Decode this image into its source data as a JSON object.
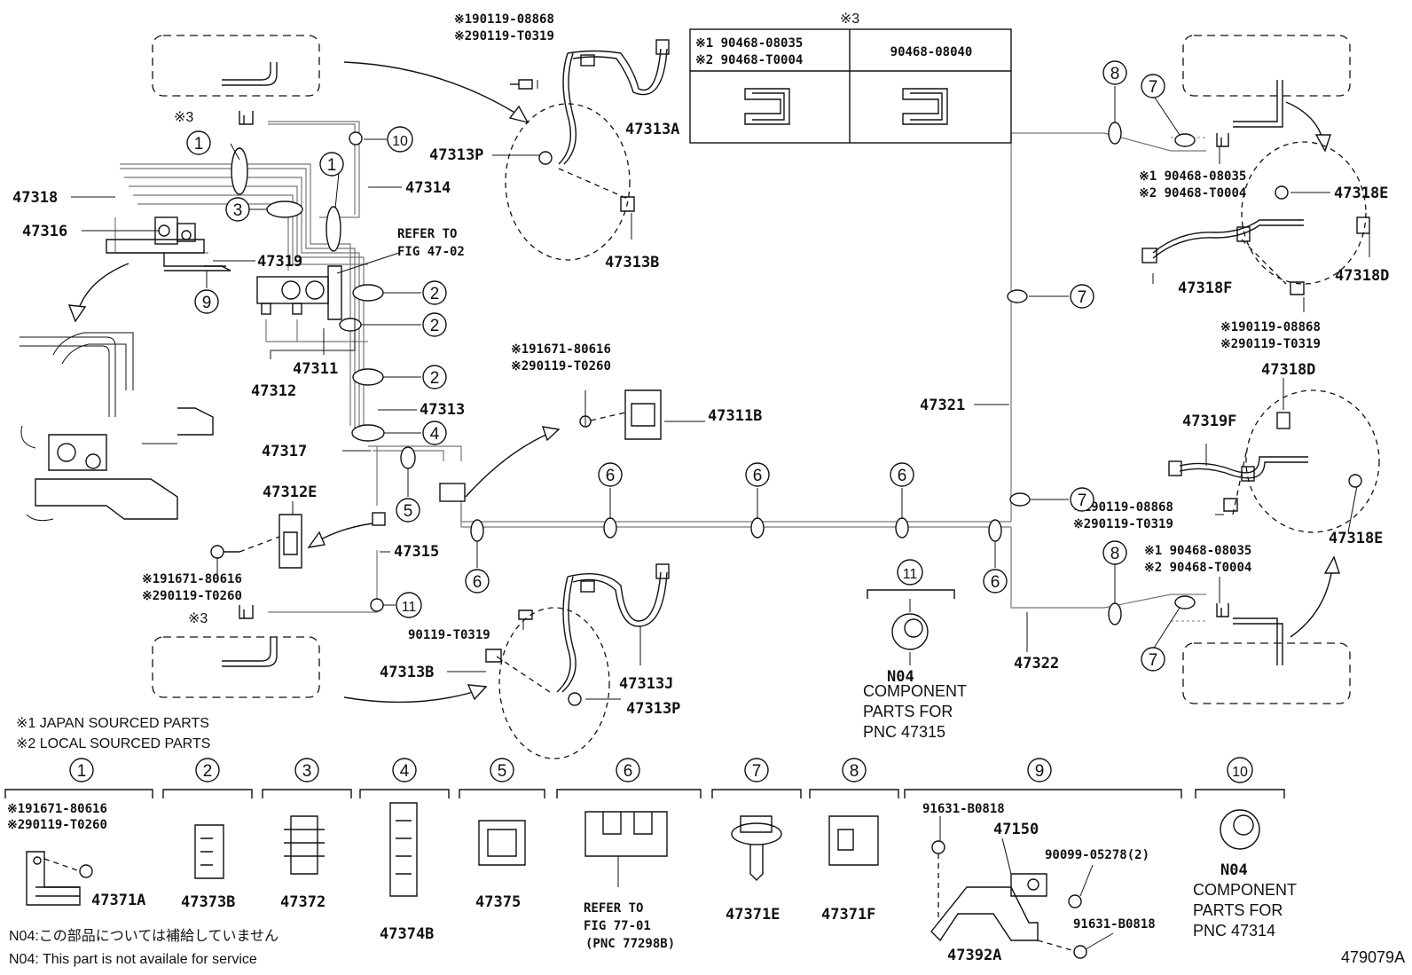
{
  "diagram_id": "479079A",
  "callouts": {
    "p47318": "47318",
    "p47316": "47316",
    "p47319": "47319",
    "p47314": "47314",
    "p47311": "47311",
    "p47312": "47312",
    "p47313": "47313",
    "p47317": "47317",
    "p47315": "47315",
    "p47312E": "47312E",
    "p47313A": "47313A",
    "p47313P_top": "47313P",
    "p47313B_top": "47313B",
    "p47311B": "47311B",
    "p47313B_bot": "47313B",
    "p47313J": "47313J",
    "p47313P_bot": "47313P",
    "p90119": "90119-T0319",
    "p47321": "47321",
    "p47322": "47322",
    "p47318E_top": "47318E",
    "p47318D_top": "47318D",
    "p47318F": "47318F",
    "p47318D_mid": "47318D",
    "p47319F": "47319F",
    "p47318E_bot": "47318E"
  },
  "part_codes": {
    "top_bolt_1": "※190119-08868",
    "top_bolt_2": "※290119-T0319",
    "mid_bolt_1": "※191671-80616",
    "mid_bolt_2": "※290119-T0260",
    "e_bolt_1": "※191671-80616",
    "e_bolt_2": "※290119-T0260",
    "r_top_clip_1": "※1 90468-08035",
    "r_top_clip_2": "※2 90468-T0004",
    "r_mid_bolt_1": "※190119-08868",
    "r_mid_bolt_2": "※290119-T0319",
    "r_low_bolt_1": "※190119-08868",
    "r_low_bolt_2": "※290119-T0319",
    "r_low_clip_1": "※1 90468-08035",
    "r_low_clip_2": "※2 90468-T0004",
    "mark3_top": "※3",
    "mark3_bot": "※3"
  },
  "refer_fig": {
    "line1": "REFER TO",
    "line2": "FIG 47-02"
  },
  "table3": {
    "mark": "※3",
    "left_1": "※1 90468-08035",
    "left_2": "※2 90468-T0004",
    "right": "90468-08040"
  },
  "component_n04_mid": {
    "index": "11",
    "code": "N04",
    "line1": "COMPONENT",
    "line2": "PARTS FOR",
    "line3": "PNC 47315"
  },
  "notes": {
    "japan": "※1 JAPAN SOURCED PARTS",
    "local": "※2 LOCAL SOURCED PARTS",
    "n04_jp": "N04:この部品については補給していません",
    "n04_en": "N04: This part is not availale for service"
  },
  "legend": [
    {
      "index": "1",
      "codes": [
        "※191671-80616",
        "※290119-T0260"
      ],
      "part": "47371A"
    },
    {
      "index": "2",
      "part": "47373B"
    },
    {
      "index": "3",
      "part": "47372"
    },
    {
      "index": "4",
      "part": "47374B"
    },
    {
      "index": "5",
      "part": "47375"
    },
    {
      "index": "6",
      "refer": [
        "REFER TO",
        "FIG 77-01",
        "(PNC 77298B)"
      ]
    },
    {
      "index": "7",
      "part": "47371E"
    },
    {
      "index": "8",
      "part": "47371F"
    },
    {
      "index": "9",
      "parts": {
        "a": "91631-B0818",
        "b": "47150",
        "c": "90099-05278(2)",
        "d": "91631-B0818",
        "e": "47392A"
      }
    },
    {
      "index": "10",
      "code": "N04",
      "lines": [
        "COMPONENT",
        "PARTS FOR",
        "PNC 47314"
      ]
    }
  ],
  "index_marks": {
    "n1": "1",
    "n2": "2",
    "n3": "3",
    "n4": "4",
    "n5": "5",
    "n6": "6",
    "n7": "7",
    "n8": "8",
    "n9": "9",
    "n10": "10",
    "n11": "11"
  }
}
